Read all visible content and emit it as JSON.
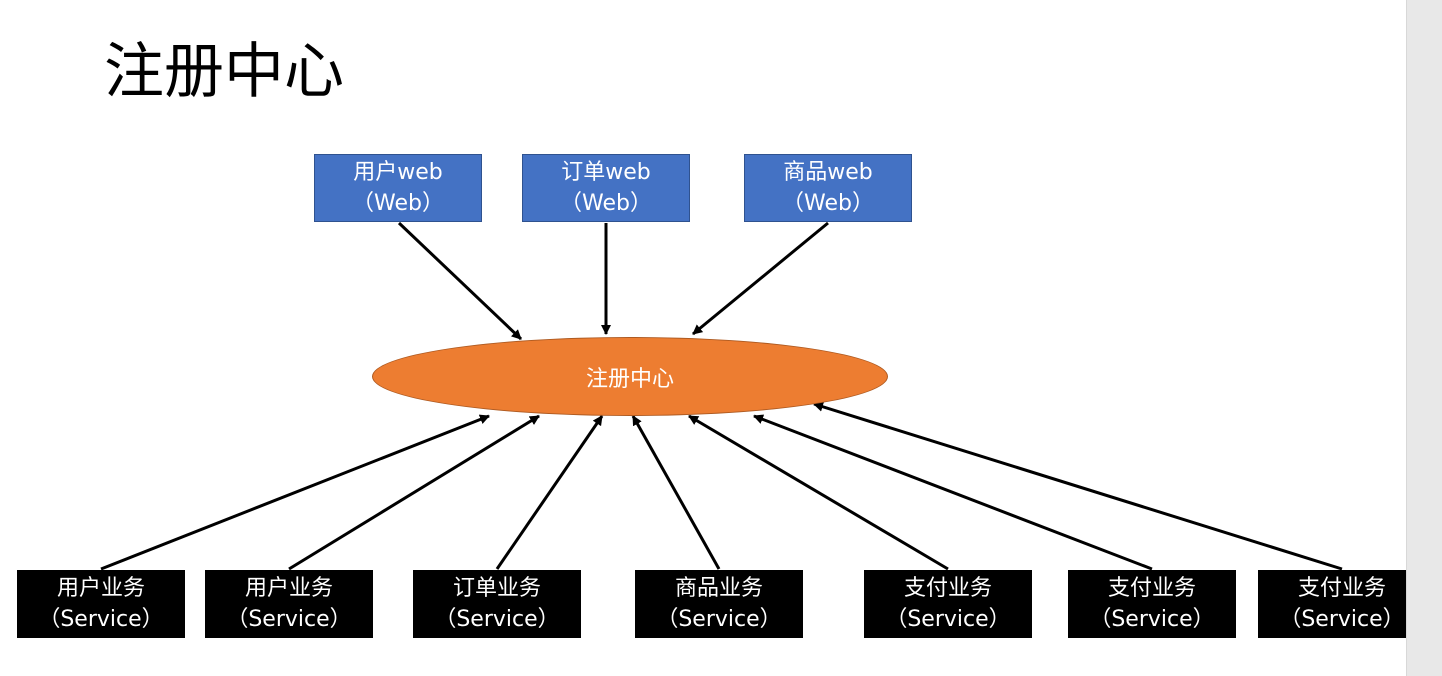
{
  "title": "注册中心",
  "registry": {
    "label": "注册中心"
  },
  "web_nodes": [
    {
      "name": "用户web",
      "type": "（Web）"
    },
    {
      "name": "订单web",
      "type": "（Web）"
    },
    {
      "name": "商品web",
      "type": "（Web）"
    }
  ],
  "service_nodes": [
    {
      "name": "用户业务",
      "type": "（Service）"
    },
    {
      "name": "用户业务",
      "type": "（Service）"
    },
    {
      "name": "订单业务",
      "type": "（Service）"
    },
    {
      "name": "商品业务",
      "type": "（Service）"
    },
    {
      "name": "支付业务",
      "type": "（Service）"
    },
    {
      "name": "支付业务",
      "type": "（Service）"
    },
    {
      "name": "支付业务",
      "type": "（Service）"
    }
  ],
  "colors": {
    "web_fill": "#4472c4",
    "registry_fill": "#ed7d31",
    "service_fill": "#000000",
    "arrow": "#000000"
  }
}
